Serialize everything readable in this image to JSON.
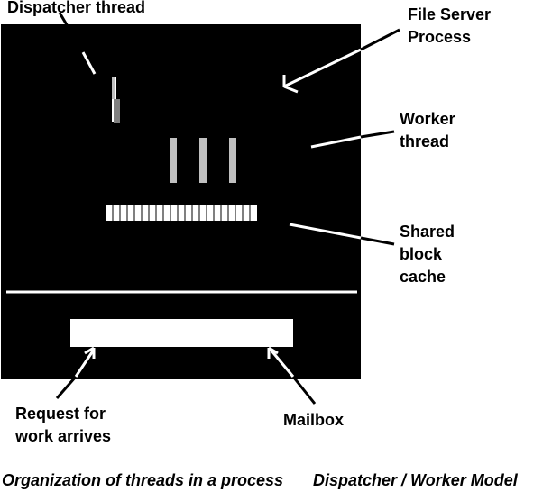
{
  "colors": {
    "background": "#ffffff",
    "process_box": "#000000",
    "thread_bar": "#c0c0c0",
    "dispatcher_bar": "#808080",
    "leader_line": "#ffffff",
    "mailbox": "#ffffff"
  },
  "labels": {
    "dispatcher_thread": "Dispatcher thread",
    "file_server_process_line1": "File Server",
    "file_server_process_line2": "Process",
    "worker_thread_line1": "Worker",
    "worker_thread_line2": "thread",
    "shared_block_cache_line1": "Shared",
    "shared_block_cache_line2": "block",
    "shared_block_cache_line3": "cache",
    "request_line1": "Request for",
    "request_line2": "work arrives",
    "mailbox": "Mailbox"
  },
  "caption": {
    "part1": "Organization of threads in a process",
    "part2": "Dispatcher / Worker Model"
  },
  "diagram": {
    "worker_thread_count": 3,
    "cache_block_count": 21
  }
}
